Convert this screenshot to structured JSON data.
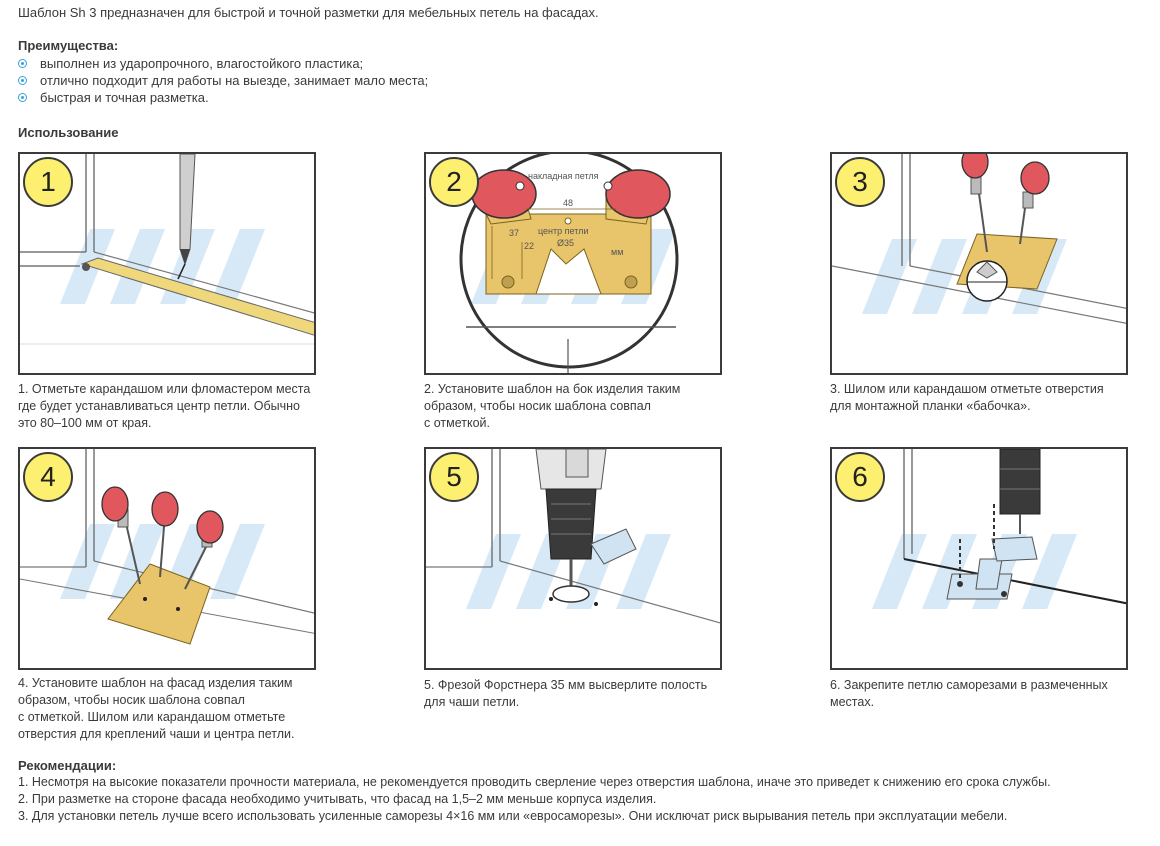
{
  "intro": "Шаблон Sh 3 предназначен для быстрой и точной разметки для мебельных петель на фасадах.",
  "advantages": {
    "title": "Преимущества:",
    "items": [
      "выполнен из ударопрочного, влагостойкого пластика;",
      "отлично подходит для работы на выезде, занимает мало места;",
      "быстрая и точная разметка."
    ]
  },
  "usage": {
    "title": "Использование",
    "steps": [
      {
        "number": "1",
        "caption": [
          "1. Отметьте карандашом или фломастером места",
          "где будет устанавливаться центр петли. Обычно",
          "это 80–100 мм от края."
        ]
      },
      {
        "number": "2",
        "caption": [
          "2. Установите шаблон на бок изделия таким",
          "образом, чтобы носик шаблона совпал",
          "с отметкой."
        ]
      },
      {
        "number": "3",
        "caption": [
          "3. Шилом или карандашом отметьте отверстия",
          "для монтажной планки «бабочка»."
        ]
      },
      {
        "number": "4",
        "caption": [
          "4. Установите шаблон на фасад изделия таким",
          "образом, чтобы носик шаблона совпал",
          "с отметкой. Шилом или карандашом отметьте",
          "отверстия для креплений чаши и центра петли."
        ]
      },
      {
        "number": "5",
        "caption": [
          "5. Фрезой Форстнера 35 мм высверлите полость",
          "для чаши петли."
        ]
      },
      {
        "number": "6",
        "caption": [
          "6. Закрепите петлю саморезами в размеченных",
          "местах."
        ]
      }
    ],
    "template_labels": {
      "top": "накладная петля",
      "width": "48",
      "center": "центр петли",
      "diameter": "Ø35",
      "height": "37",
      "depth": "22",
      "unit": "мм"
    }
  },
  "recommendations": {
    "title": "Рекомендации:",
    "items": [
      "1. Несмотря на высокие показатели прочности материала, не рекомендуется проводить сверление через отверстия шаблона, иначе это приведет к снижению его срока службы.",
      "2. При разметке на стороне фасада необходимо учитывать, что фасад на 1,5–2 мм меньше корпуса изделия.",
      "3. Для установки петель лучше всего использовать усиленные саморезы 4×16 мм или «евросаморезы». Они исключат риск вырывания петель при эксплуатации мебели."
    ]
  },
  "colors": {
    "accent": "#3aa1d8",
    "number_badge": "#fdf071",
    "template_plastic": "#e8c46a",
    "handle_red": "#e0575d",
    "watermark": "#d7e9f6"
  }
}
